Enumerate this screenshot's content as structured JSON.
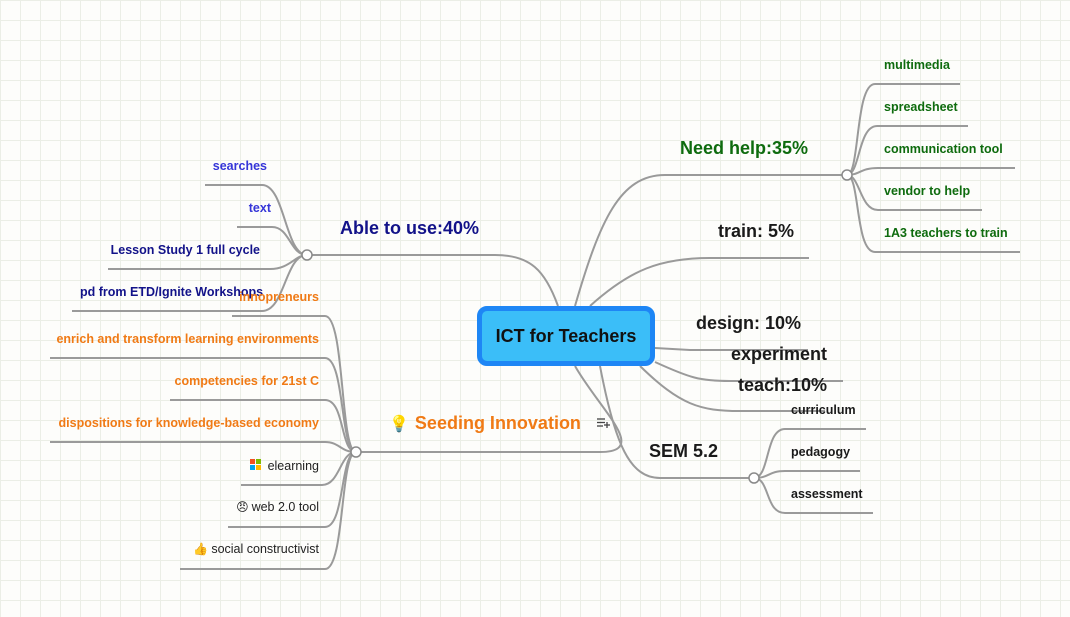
{
  "central": "ICT for Teachers",
  "able": {
    "title": "Able to use:40%",
    "items": [
      "searches",
      "text",
      "Lesson Study 1 full cycle",
      "pd from ETD/Ignite Workshops"
    ]
  },
  "need": {
    "title": "Need help:35%",
    "items": [
      "multimedia",
      "spreadsheet",
      "communication tool",
      "vendor to help",
      "1A3 teachers to train"
    ]
  },
  "train": "train: 5%",
  "design": "design: 10%",
  "experiment": "experiment",
  "teach": "teach:10%",
  "sem": {
    "title": "SEM 5.2",
    "items": [
      "curriculum",
      "pedagogy",
      "assessment"
    ]
  },
  "seeding": {
    "title": "Seeding Innovation",
    "items": [
      "innopreneurs",
      "enrich and transform learning environments",
      "competencies for 21st C",
      "dispositions for knowledge-based economy",
      "elearning",
      "web 2.0 tool",
      "social constructivist"
    ]
  },
  "icons": {
    "seeding": "lightbulb-icon",
    "note": "note-list-icon",
    "elearning": "windows-icon",
    "web20": "angry-face-icon",
    "social": "thumbs-up-icon"
  },
  "colors": {
    "central_fill": "#3bbef8",
    "central_border": "#1e86f5",
    "able_title": "#121289",
    "able_light": "#3535d8",
    "need": "#0e6b0e",
    "seeding": "#f07a15",
    "link": "#999999"
  }
}
